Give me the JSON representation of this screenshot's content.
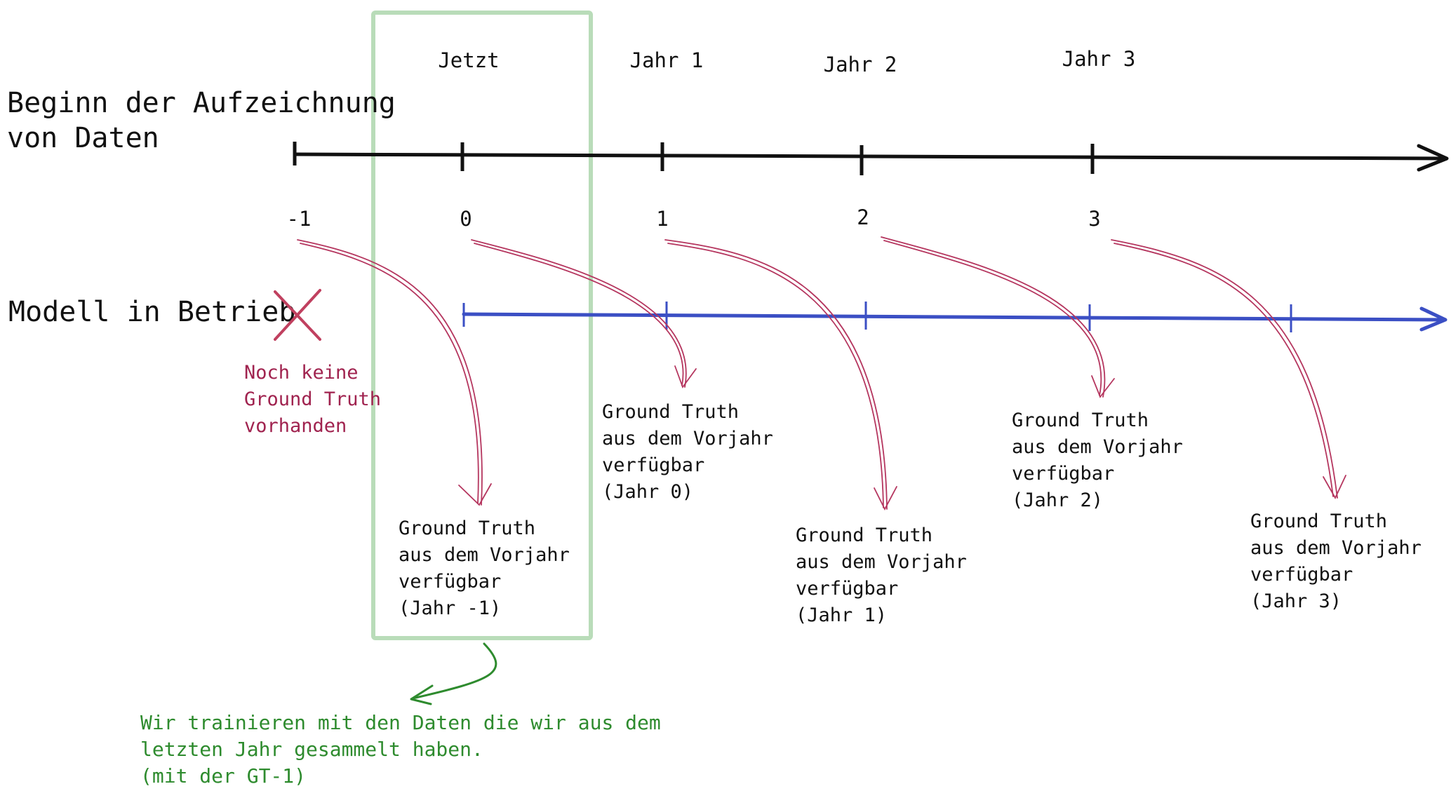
{
  "title_left": {
    "line1": "Beginn der Aufzeichnung",
    "line2": "von Daten"
  },
  "timeline": {
    "period_labels": [
      "Jetzt",
      "Jahr 1",
      "Jahr 2",
      "Jahr 3"
    ],
    "tick_labels": [
      "-1",
      "0",
      "1",
      "2",
      "3"
    ]
  },
  "model": {
    "label": "Modell in Betrieb",
    "no_gt": [
      "Noch keine",
      "Ground Truth",
      "vorhanden"
    ]
  },
  "ground_truth_notes": [
    {
      "id": "gt-year-minus1",
      "lines": [
        "Ground Truth",
        "aus dem Vorjahr",
        "verfügbar",
        "(Jahr -1)"
      ]
    },
    {
      "id": "gt-year-0",
      "lines": [
        "Ground Truth",
        "aus dem Vorjahr",
        "verfügbar",
        "(Jahr 0)"
      ]
    },
    {
      "id": "gt-year-1",
      "lines": [
        "Ground Truth",
        "aus dem Vorjahr",
        "verfügbar",
        "(Jahr 1)"
      ]
    },
    {
      "id": "gt-year-2",
      "lines": [
        "Ground Truth",
        "aus dem Vorjahr",
        "verfügbar",
        "(Jahr 2)"
      ]
    },
    {
      "id": "gt-year-3",
      "lines": [
        "Ground Truth",
        "aus dem Vorjahr",
        "verfügbar",
        "(Jahr 3)"
      ]
    }
  ],
  "training_note": {
    "lines": [
      "Wir trainieren mit den Daten die wir aus dem",
      "letzten Jahr gesammelt haben.",
      "(mit der GT-1)"
    ]
  },
  "colors": {
    "ink": "#111111",
    "model_line": "#3b4fc4",
    "arrow_red": "#b5365f",
    "note_red": "#a0234f",
    "highlight_green": "#b9dcb9",
    "note_green": "#2e8b2e"
  }
}
